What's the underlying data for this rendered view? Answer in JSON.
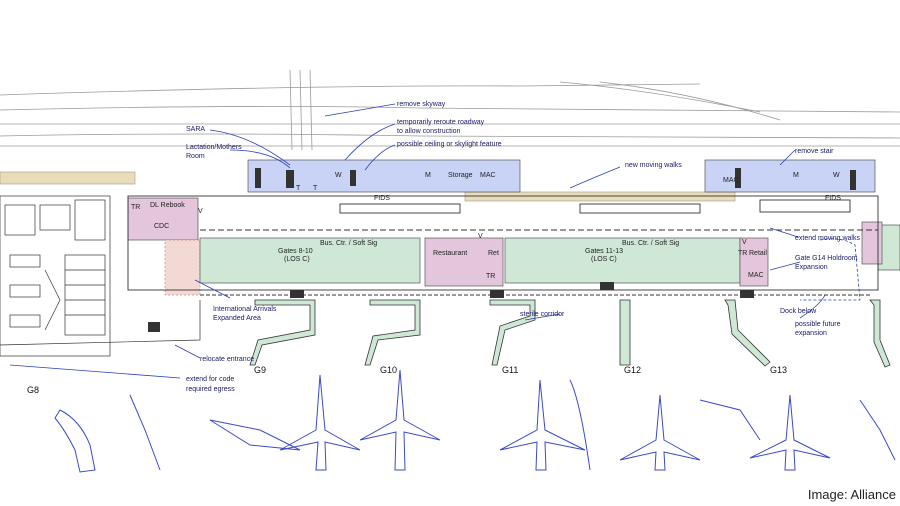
{
  "credit": "Image: Alliance",
  "colors": {
    "blue_zone": "#c8d3f5",
    "green_zone": "#cfe8d6",
    "pink_zone": "#e4c6dc",
    "tan_band": "#e9dcb8",
    "annotation": "#2a3fb8"
  },
  "annotations": [
    "remove skyway",
    "SARA",
    "temporarily reroute roadway",
    "to allow construction",
    "Lactation/Mothers",
    "Room",
    "possible ceiling or skylight feature",
    "new moving walks",
    "remove stair",
    "extend moving walks",
    "Gate G14 Holdroom",
    "Expansion",
    "Dock below",
    "possible future",
    "expansion",
    "sterile corridor",
    "International Arrivals",
    "Expanded Area",
    "relocate entrance",
    "extend for code",
    "required egress"
  ],
  "rooms": {
    "w1": "W",
    "m1": "M",
    "storage": "Storage",
    "mac1": "MAC",
    "t1": "T",
    "t2": "T",
    "fids1": "FIDS",
    "fids2": "FIDS",
    "mac2": "MAC",
    "m2": "M",
    "w2": "W",
    "tr1": "TR",
    "dl_rebook": "DL Rebook",
    "cdc": "CDC",
    "v1": "V",
    "gates_8_10": "Gates 8-10",
    "los_c1": "(LOS C)",
    "bus_ctr1": "Bus. Ctr. / Soft Sig",
    "restaurant": "Restaurant",
    "ret": "Ret",
    "v2": "V",
    "tr2": "TR",
    "gates_11_13": "Gates 11-13",
    "los_c2": "(LOS C)",
    "bus_ctr2": "Bus. Ctr. / Soft Sig",
    "tr3": "TR",
    "retail": "Retail",
    "mac3": "MAC",
    "v3": "V"
  },
  "gates": [
    "G8",
    "G9",
    "G10",
    "G11",
    "G12",
    "G13"
  ]
}
